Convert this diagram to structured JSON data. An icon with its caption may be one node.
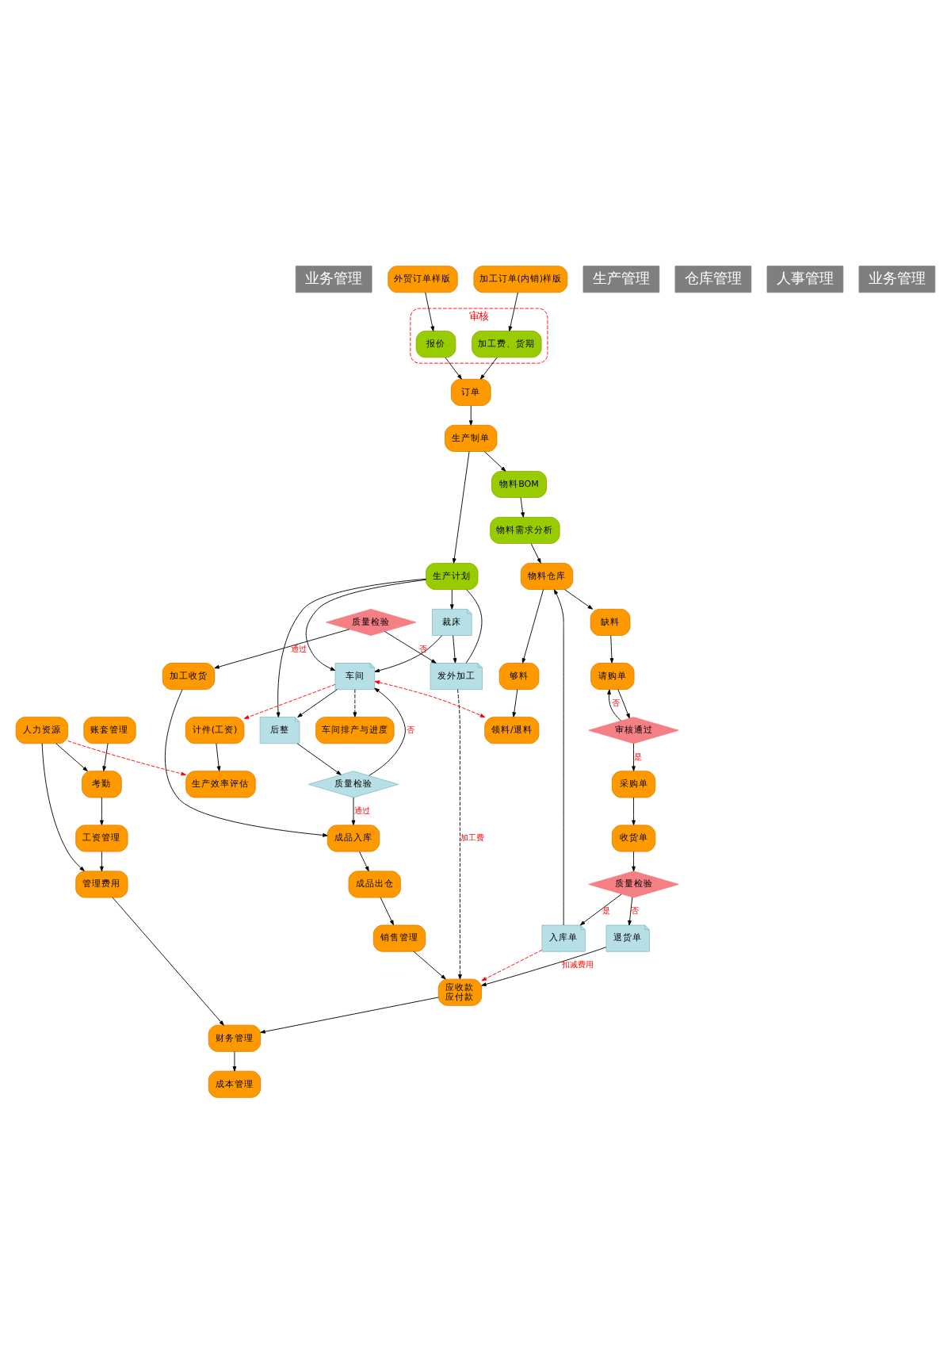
{
  "diagram": {
    "nodes": [
      {
        "text": [
          "业务管理"
        ]
      },
      {
        "text": [
          "外贸订单样版"
        ]
      },
      {
        "text": [
          "加工订单(内销)样版"
        ]
      },
      {
        "text": [
          "审核"
        ]
      },
      {
        "text": [
          "报价"
        ],
        "in": 3
      },
      {
        "text": [
          "加工费、货期"
        ],
        "in": 3
      },
      {
        "text": [
          "订单"
        ]
      },
      {
        "text": [
          "生产管理"
        ]
      },
      {
        "text": [
          "生产制单"
        ]
      },
      {
        "text": [
          "生产计划"
        ]
      },
      {
        "text": [
          "物料BOM"
        ]
      },
      {
        "text": [
          "发外加工"
        ]
      },
      {
        "text": [
          "裁床"
        ]
      },
      {
        "text": [
          "车间"
        ]
      },
      {
        "text": [
          "后整"
        ]
      },
      {
        "text": [
          "物料需求分析"
        ]
      },
      {
        "text": [
          "物料仓库"
        ]
      },
      {
        "text": [
          "仓库管理"
        ]
      },
      {
        "text": [
          "质量检验"
        ]
      },
      {
        "text": [
          "车间排产与进度"
        ]
      },
      {
        "text": [
          "质量检验"
        ]
      },
      {
        "text": [
          "够料"
        ]
      },
      {
        "text": [
          "缺料"
        ]
      },
      {
        "text": [
          "领料/退料"
        ]
      },
      {
        "text": [
          "请购单"
        ]
      },
      {
        "text": [
          "加工收货"
        ]
      },
      {
        "text": [
          "审核通过"
        ]
      },
      {
        "text": [
          "成品入库"
        ]
      },
      {
        "text": [
          "采购单"
        ]
      },
      {
        "text": [
          "成品出仓"
        ]
      },
      {
        "text": [
          "收货单"
        ]
      },
      {
        "text": [
          "销售管理"
        ]
      },
      {
        "text": [
          "质量检验"
        ]
      },
      {
        "text": [
          "退货单"
        ]
      },
      {
        "text": [
          "入库单"
        ]
      },
      {
        "text": [
          "人事管理"
        ]
      },
      {
        "text": [
          "人力资源"
        ]
      },
      {
        "text": [
          "考勤"
        ]
      },
      {
        "text": [
          "账套管理"
        ]
      },
      {
        "text": [
          "计件(工资)"
        ]
      },
      {
        "text": [
          "业务管理"
        ]
      },
      {
        "text": [
          "管理费用"
        ]
      },
      {
        "text": [
          "工资管理"
        ]
      },
      {
        "text": [
          "生产效率评估"
        ]
      },
      {
        "text": [
          "应收款",
          "应付款"
        ]
      },
      {
        "text": [
          "财务管理"
        ]
      },
      {
        "text": [
          "成本管理"
        ]
      }
    ],
    "edges": [
      {
        "from": 1,
        "to": 4,
        "arrow": "to"
      },
      {
        "from": 2,
        "to": 5,
        "arrow": "to"
      },
      {
        "from": 4,
        "to": 6,
        "arrow": "to"
      },
      {
        "from": 5,
        "to": 6,
        "arrow": "to"
      },
      {
        "from": 6,
        "to": 8,
        "arrow": "to"
      },
      {
        "from": 8,
        "to": 9,
        "arrow": "to"
      },
      {
        "from": 8,
        "to": 10,
        "arrow": "to"
      },
      {
        "from": 9,
        "to": 11,
        "arrow": "none"
      },
      {
        "from": 9,
        "to": 12,
        "arrow": "to"
      },
      {
        "from": 9,
        "to": 13,
        "arrow": "to"
      },
      {
        "from": 9,
        "to": 14,
        "arrow": "to"
      },
      {
        "from": 10,
        "to": 15,
        "arrow": "to"
      },
      {
        "from": 15,
        "to": 16,
        "arrow": "to"
      },
      {
        "from": 12,
        "to": 11,
        "arrow": "to"
      },
      {
        "from": 12,
        "to": 13,
        "arrow": "to"
      },
      {
        "from": 13,
        "to": 14,
        "arrow": "to"
      },
      {
        "from": 18,
        "to": 11,
        "label": "否",
        "arrow": "to"
      },
      {
        "from": 11,
        "to": 44,
        "label": "加工费",
        "arrow": "to",
        "style": "dashed"
      },
      {
        "from": 18,
        "to": 25,
        "label": "通过",
        "arrow": "to"
      },
      {
        "from": 14,
        "to": 20,
        "arrow": "to"
      },
      {
        "from": 20,
        "to": 13,
        "label": "否",
        "arrow": "to"
      },
      {
        "from": 13,
        "to": 19,
        "arrow": "to",
        "style": "dashed"
      },
      {
        "from": 20,
        "to": 27,
        "label": "通过",
        "arrow": "to"
      },
      {
        "from": 13,
        "to": 23,
        "arrow": "both",
        "style": "dashed",
        "color": "#ff0000"
      },
      {
        "from": 13,
        "to": 39,
        "arrow": "to",
        "style": "dashed",
        "color": "#ff0000"
      },
      {
        "from": 16,
        "to": 21,
        "arrow": "to"
      },
      {
        "from": 16,
        "to": 22,
        "arrow": "to"
      },
      {
        "from": 21,
        "to": 23,
        "arrow": "to"
      },
      {
        "from": 22,
        "to": 24,
        "arrow": "to"
      },
      {
        "from": 24,
        "to": 26,
        "arrow": "to"
      },
      {
        "from": 26,
        "to": 24,
        "label": "否",
        "arrow": "to"
      },
      {
        "from": 26,
        "to": 28,
        "label": "是",
        "arrow": "to"
      },
      {
        "from": 28,
        "to": 30,
        "arrow": "to"
      },
      {
        "from": 30,
        "to": 32,
        "arrow": "to"
      },
      {
        "from": 32,
        "to": 33,
        "label": "否",
        "arrow": "to"
      },
      {
        "from": 32,
        "to": 34,
        "label": "是",
        "arrow": "to"
      },
      {
        "from": 34,
        "to": 16,
        "arrow": "to"
      },
      {
        "from": 25,
        "to": 27,
        "arrow": "to"
      },
      {
        "from": 27,
        "to": 29,
        "arrow": "to"
      },
      {
        "from": 29,
        "to": 31,
        "arrow": "to"
      },
      {
        "from": 31,
        "to": 44,
        "arrow": "to"
      },
      {
        "from": 33,
        "to": 44,
        "label": "扣减费用",
        "arrow": "to"
      },
      {
        "from": 34,
        "to": 44,
        "arrow": "to",
        "style": "dashed",
        "color": "#ff0000"
      },
      {
        "from": 36,
        "to": 37,
        "arrow": "to"
      },
      {
        "from": 38,
        "to": 37,
        "arrow": "to"
      },
      {
        "from": 36,
        "to": 41,
        "arrow": "to"
      },
      {
        "from": 36,
        "to": 43,
        "arrow": "to",
        "style": "dashed",
        "color": "#ff0000"
      },
      {
        "from": 37,
        "to": 42,
        "arrow": "to"
      },
      {
        "from": 42,
        "to": 41,
        "arrow": "to"
      },
      {
        "from": 39,
        "to": 43,
        "arrow": "to"
      },
      {
        "from": 41,
        "to": 45,
        "arrow": "to"
      },
      {
        "from": 44,
        "to": 45,
        "arrow": "to"
      },
      {
        "from": 45,
        "to": 46,
        "arrow": "to"
      }
    ]
  }
}
